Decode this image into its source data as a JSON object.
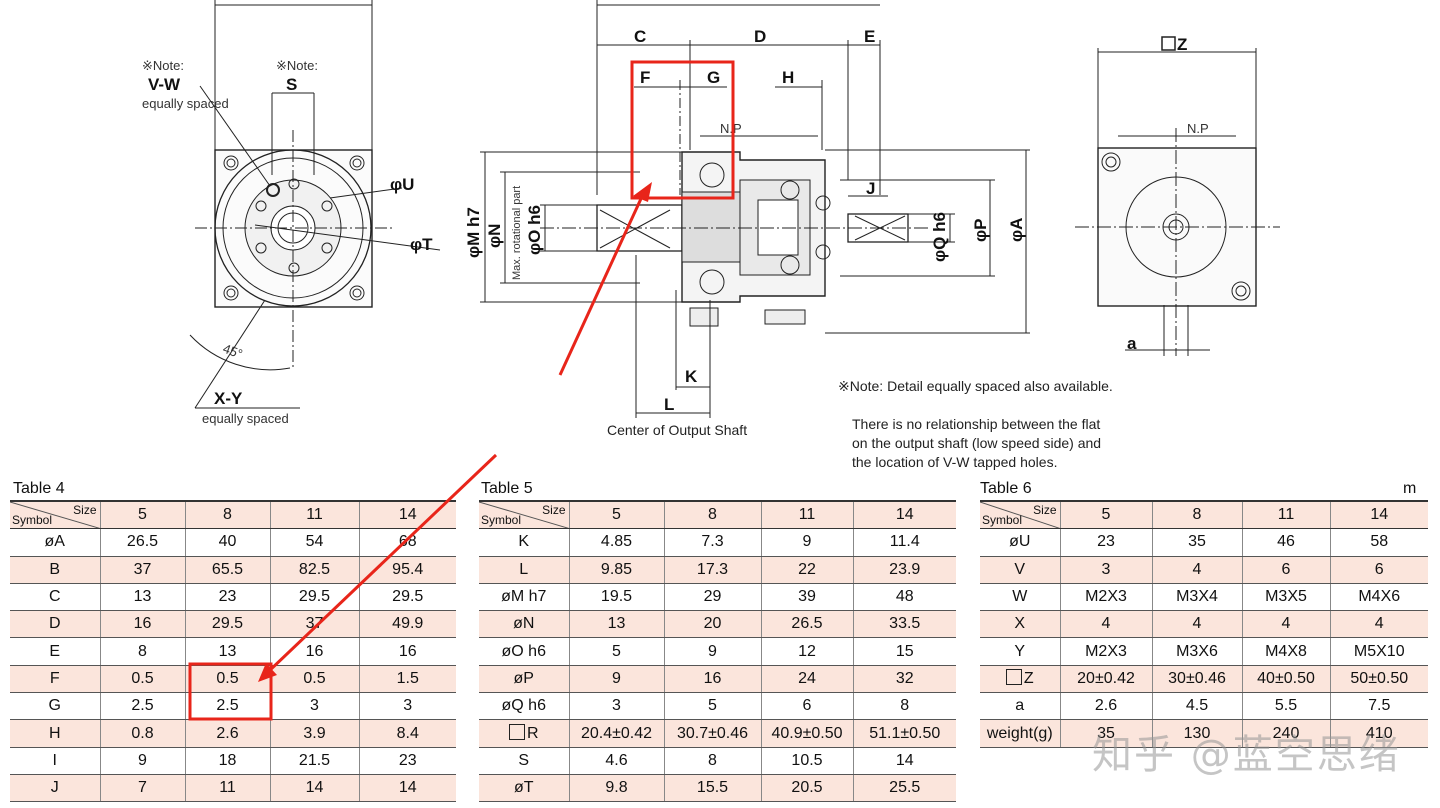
{
  "drawing": {
    "left_view": {
      "note1_mark": "※Note:",
      "note1_label": "V-W",
      "note1_sub": "equally spaced",
      "note2_mark": "※Note:",
      "s_label": "S",
      "u_label": "φU",
      "t_label": "φT",
      "angle_label": "45°",
      "xy_label": "X-Y",
      "xy_sub": "equally spaced"
    },
    "center_view": {
      "dims_top": [
        "C",
        "D",
        "E"
      ],
      "f_label": "F",
      "g_label": "G",
      "h_label": "H",
      "np_label": "N.P",
      "j_label": "J",
      "m_label": "φM h7",
      "n_label": "φN",
      "rot_label": "Max. rotational part",
      "o_label": "φO h6",
      "q_label": "φQ h6",
      "p_label": "φP",
      "a_label": "φA",
      "k_label": "K",
      "l_label": "L",
      "shaft_label": "Center of Output Shaft"
    },
    "right_view": {
      "z_label": "Z",
      "np_label": "N.P",
      "a_label": "a"
    },
    "notes": {
      "note_line": "※Note: Detail equally spaced also available.",
      "rel_line1": "There is no relationship between the flat",
      "rel_line2": "on the output shaft (low speed side) and",
      "rel_line3": "the location of V-W tapped holes."
    }
  },
  "table4": {
    "caption": "Table 4",
    "size_label": "Size",
    "symbol_label": "Symbol",
    "sizes": [
      "5",
      "8",
      "11",
      "14"
    ],
    "rows": [
      {
        "sym": "øA",
        "v": [
          "26.5",
          "40",
          "54",
          "68"
        ]
      },
      {
        "sym": "B",
        "v": [
          "37",
          "65.5",
          "82.5",
          "95.4"
        ]
      },
      {
        "sym": "C",
        "v": [
          "13",
          "23",
          "29.5",
          "29.5"
        ]
      },
      {
        "sym": "D",
        "v": [
          "16",
          "29.5",
          "37",
          "49.9"
        ]
      },
      {
        "sym": "E",
        "v": [
          "8",
          "13",
          "16",
          "16"
        ]
      },
      {
        "sym": "F",
        "v": [
          "0.5",
          "0.5",
          "0.5",
          "1.5"
        ]
      },
      {
        "sym": "G",
        "v": [
          "2.5",
          "2.5",
          "3",
          "3"
        ]
      },
      {
        "sym": "H",
        "v": [
          "0.8",
          "2.6",
          "3.9",
          "8.4"
        ]
      },
      {
        "sym": "I",
        "v": [
          "9",
          "18",
          "21.5",
          "23"
        ]
      },
      {
        "sym": "J",
        "v": [
          "7",
          "11",
          "14",
          "14"
        ]
      }
    ]
  },
  "table5": {
    "caption": "Table 5",
    "size_label": "Size",
    "symbol_label": "Symbol",
    "sizes": [
      "5",
      "8",
      "11",
      "14"
    ],
    "rows": [
      {
        "sym": "K",
        "v": [
          "4.85",
          "7.3",
          "9",
          "11.4"
        ]
      },
      {
        "sym": "L",
        "v": [
          "9.85",
          "17.3",
          "22",
          "23.9"
        ]
      },
      {
        "sym": "øM h7",
        "v": [
          "19.5",
          "29",
          "39",
          "48"
        ]
      },
      {
        "sym": "øN",
        "v": [
          "13",
          "20",
          "26.5",
          "33.5"
        ]
      },
      {
        "sym": "øO h6",
        "v": [
          "5",
          "9",
          "12",
          "15"
        ]
      },
      {
        "sym": "øP",
        "v": [
          "9",
          "16",
          "24",
          "32"
        ]
      },
      {
        "sym": "øQ h6",
        "v": [
          "3",
          "5",
          "6",
          "8"
        ]
      },
      {
        "sym": "R",
        "v": [
          "20.4±0.42",
          "30.7±0.46",
          "40.9±0.50",
          "51.1±0.50"
        ]
      },
      {
        "sym": "S",
        "v": [
          "4.6",
          "8",
          "10.5",
          "14"
        ]
      },
      {
        "sym": "øT",
        "v": [
          "9.8",
          "15.5",
          "20.5",
          "25.5"
        ]
      }
    ]
  },
  "table6": {
    "caption": "Table 6",
    "unit_mark": "m",
    "size_label": "Size",
    "symbol_label": "Symbol",
    "sizes": [
      "5",
      "8",
      "11",
      "14"
    ],
    "rows": [
      {
        "sym": "øU",
        "v": [
          "23",
          "35",
          "46",
          "58"
        ]
      },
      {
        "sym": "V",
        "v": [
          "3",
          "4",
          "6",
          "6"
        ]
      },
      {
        "sym": "W",
        "v": [
          "M2X3",
          "M3X4",
          "M3X5",
          "M4X6"
        ]
      },
      {
        "sym": "X",
        "v": [
          "4",
          "4",
          "4",
          "4"
        ]
      },
      {
        "sym": "Y",
        "v": [
          "M2X3",
          "M3X6",
          "M4X8",
          "M5X10"
        ]
      },
      {
        "sym": "Z",
        "v": [
          "20±0.42",
          "30±0.46",
          "40±0.50",
          "50±0.50"
        ]
      },
      {
        "sym": "a",
        "v": [
          "2.6",
          "4.5",
          "5.5",
          "7.5"
        ]
      },
      {
        "sym": "weight(g)",
        "v": [
          "35",
          "130",
          "240",
          "410"
        ]
      }
    ]
  },
  "watermark": "知乎 @蓝空思绪",
  "colors": {
    "highlight": "#e8251a",
    "row_tint": "#fbe5dc",
    "line": "#222222"
  }
}
